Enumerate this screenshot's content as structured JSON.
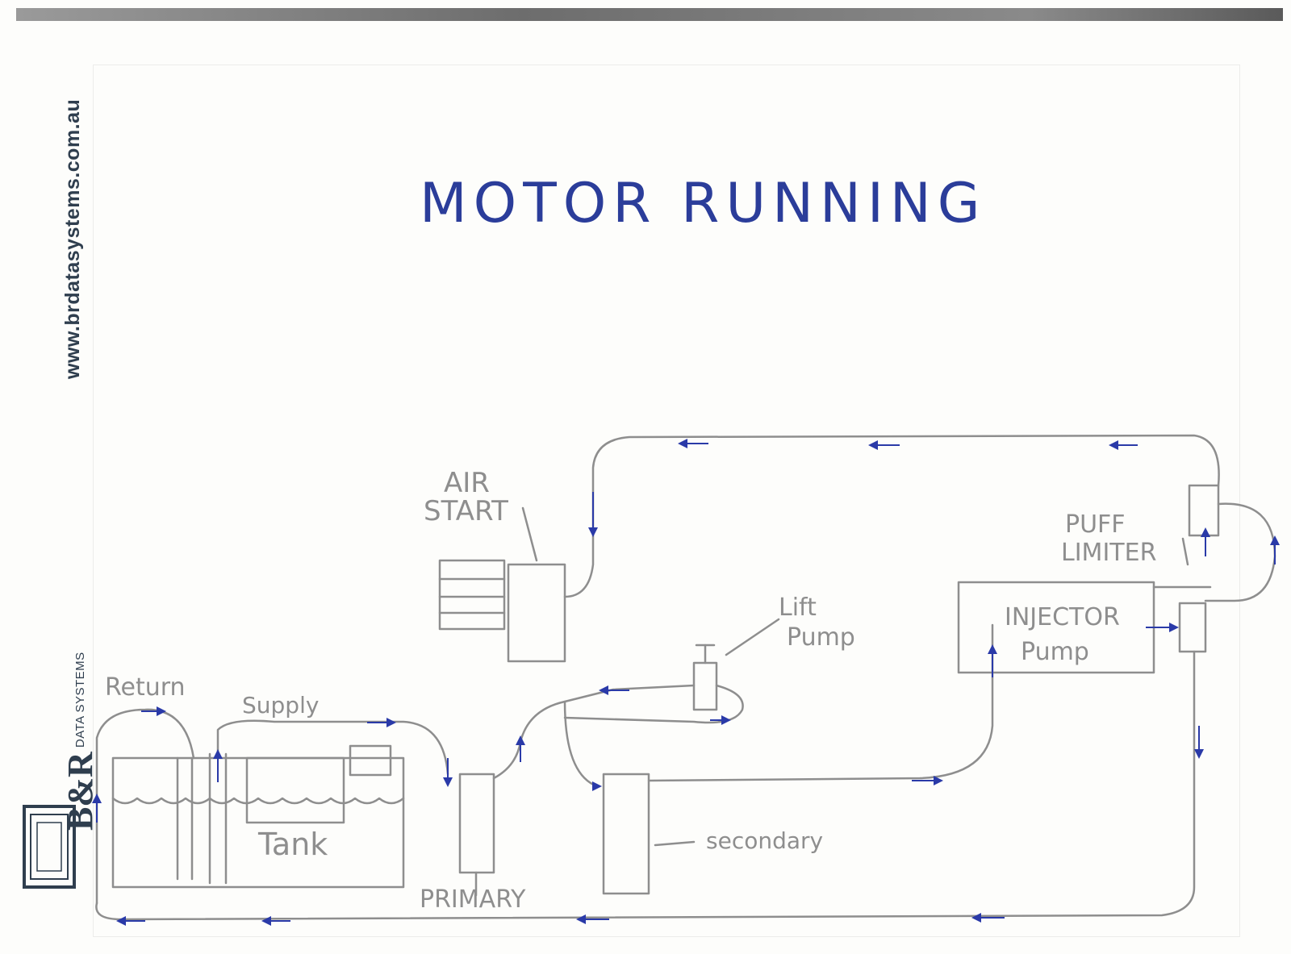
{
  "brand": {
    "website": "www.brdatasystems.com.au",
    "logo_main": "B&R",
    "logo_sub": "DATA SYSTEMS",
    "color": "#2f3e4e"
  },
  "title": "MOTOR RUNNING",
  "labels": {
    "air_start": "AIR\nSTART",
    "lift_pump": "Lift\nPump",
    "puff_limiter": "PUFF\nLIMITER",
    "injector_pump": "INJECTOR\nPump",
    "return": "Return",
    "supply": "Supply",
    "tank": "Tank",
    "primary": "PRIMARY",
    "secondary": "secondary"
  },
  "colors": {
    "pencil": "#8e8e8e",
    "ink": "#2b3d9a",
    "arrow": "#2a3aa8"
  }
}
